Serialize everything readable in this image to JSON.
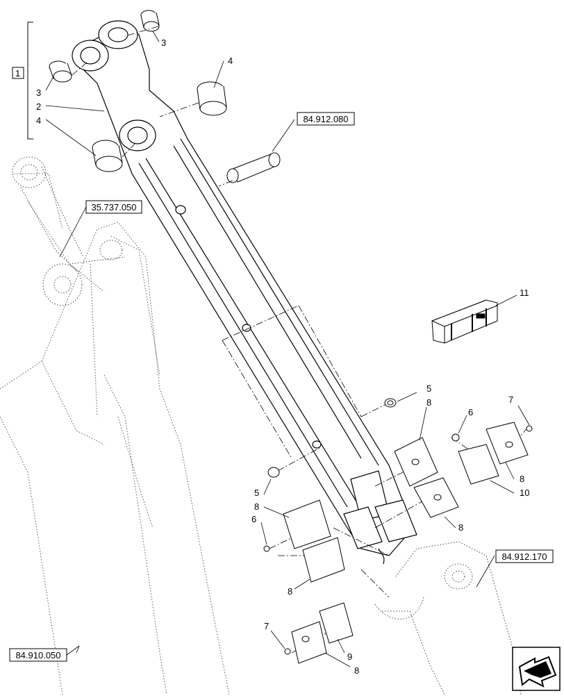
{
  "diagram": {
    "group_label": "1",
    "reference_labels": {
      "ref_top": "84.912.080",
      "ref_left": "35.737.050",
      "ref_right": "84.912.170",
      "ref_bottom": "84.910.050"
    },
    "callouts": {
      "c3_top": "3",
      "c4_right": "4",
      "c3_left": "3",
      "c2": "2",
      "c4_left": "4",
      "c11": "11",
      "c5_right": "5",
      "c8_a": "8",
      "c7_right": "7",
      "c6_right": "6",
      "c8_b": "8",
      "c10": "10",
      "c8_c": "8",
      "c5_left": "5",
      "c8_d": "8",
      "c6_left": "6",
      "c8_e": "8",
      "c7_bottom": "7",
      "c9": "9",
      "c8_f": "8"
    },
    "nav_icon": "next-page-arrow-icon"
  }
}
